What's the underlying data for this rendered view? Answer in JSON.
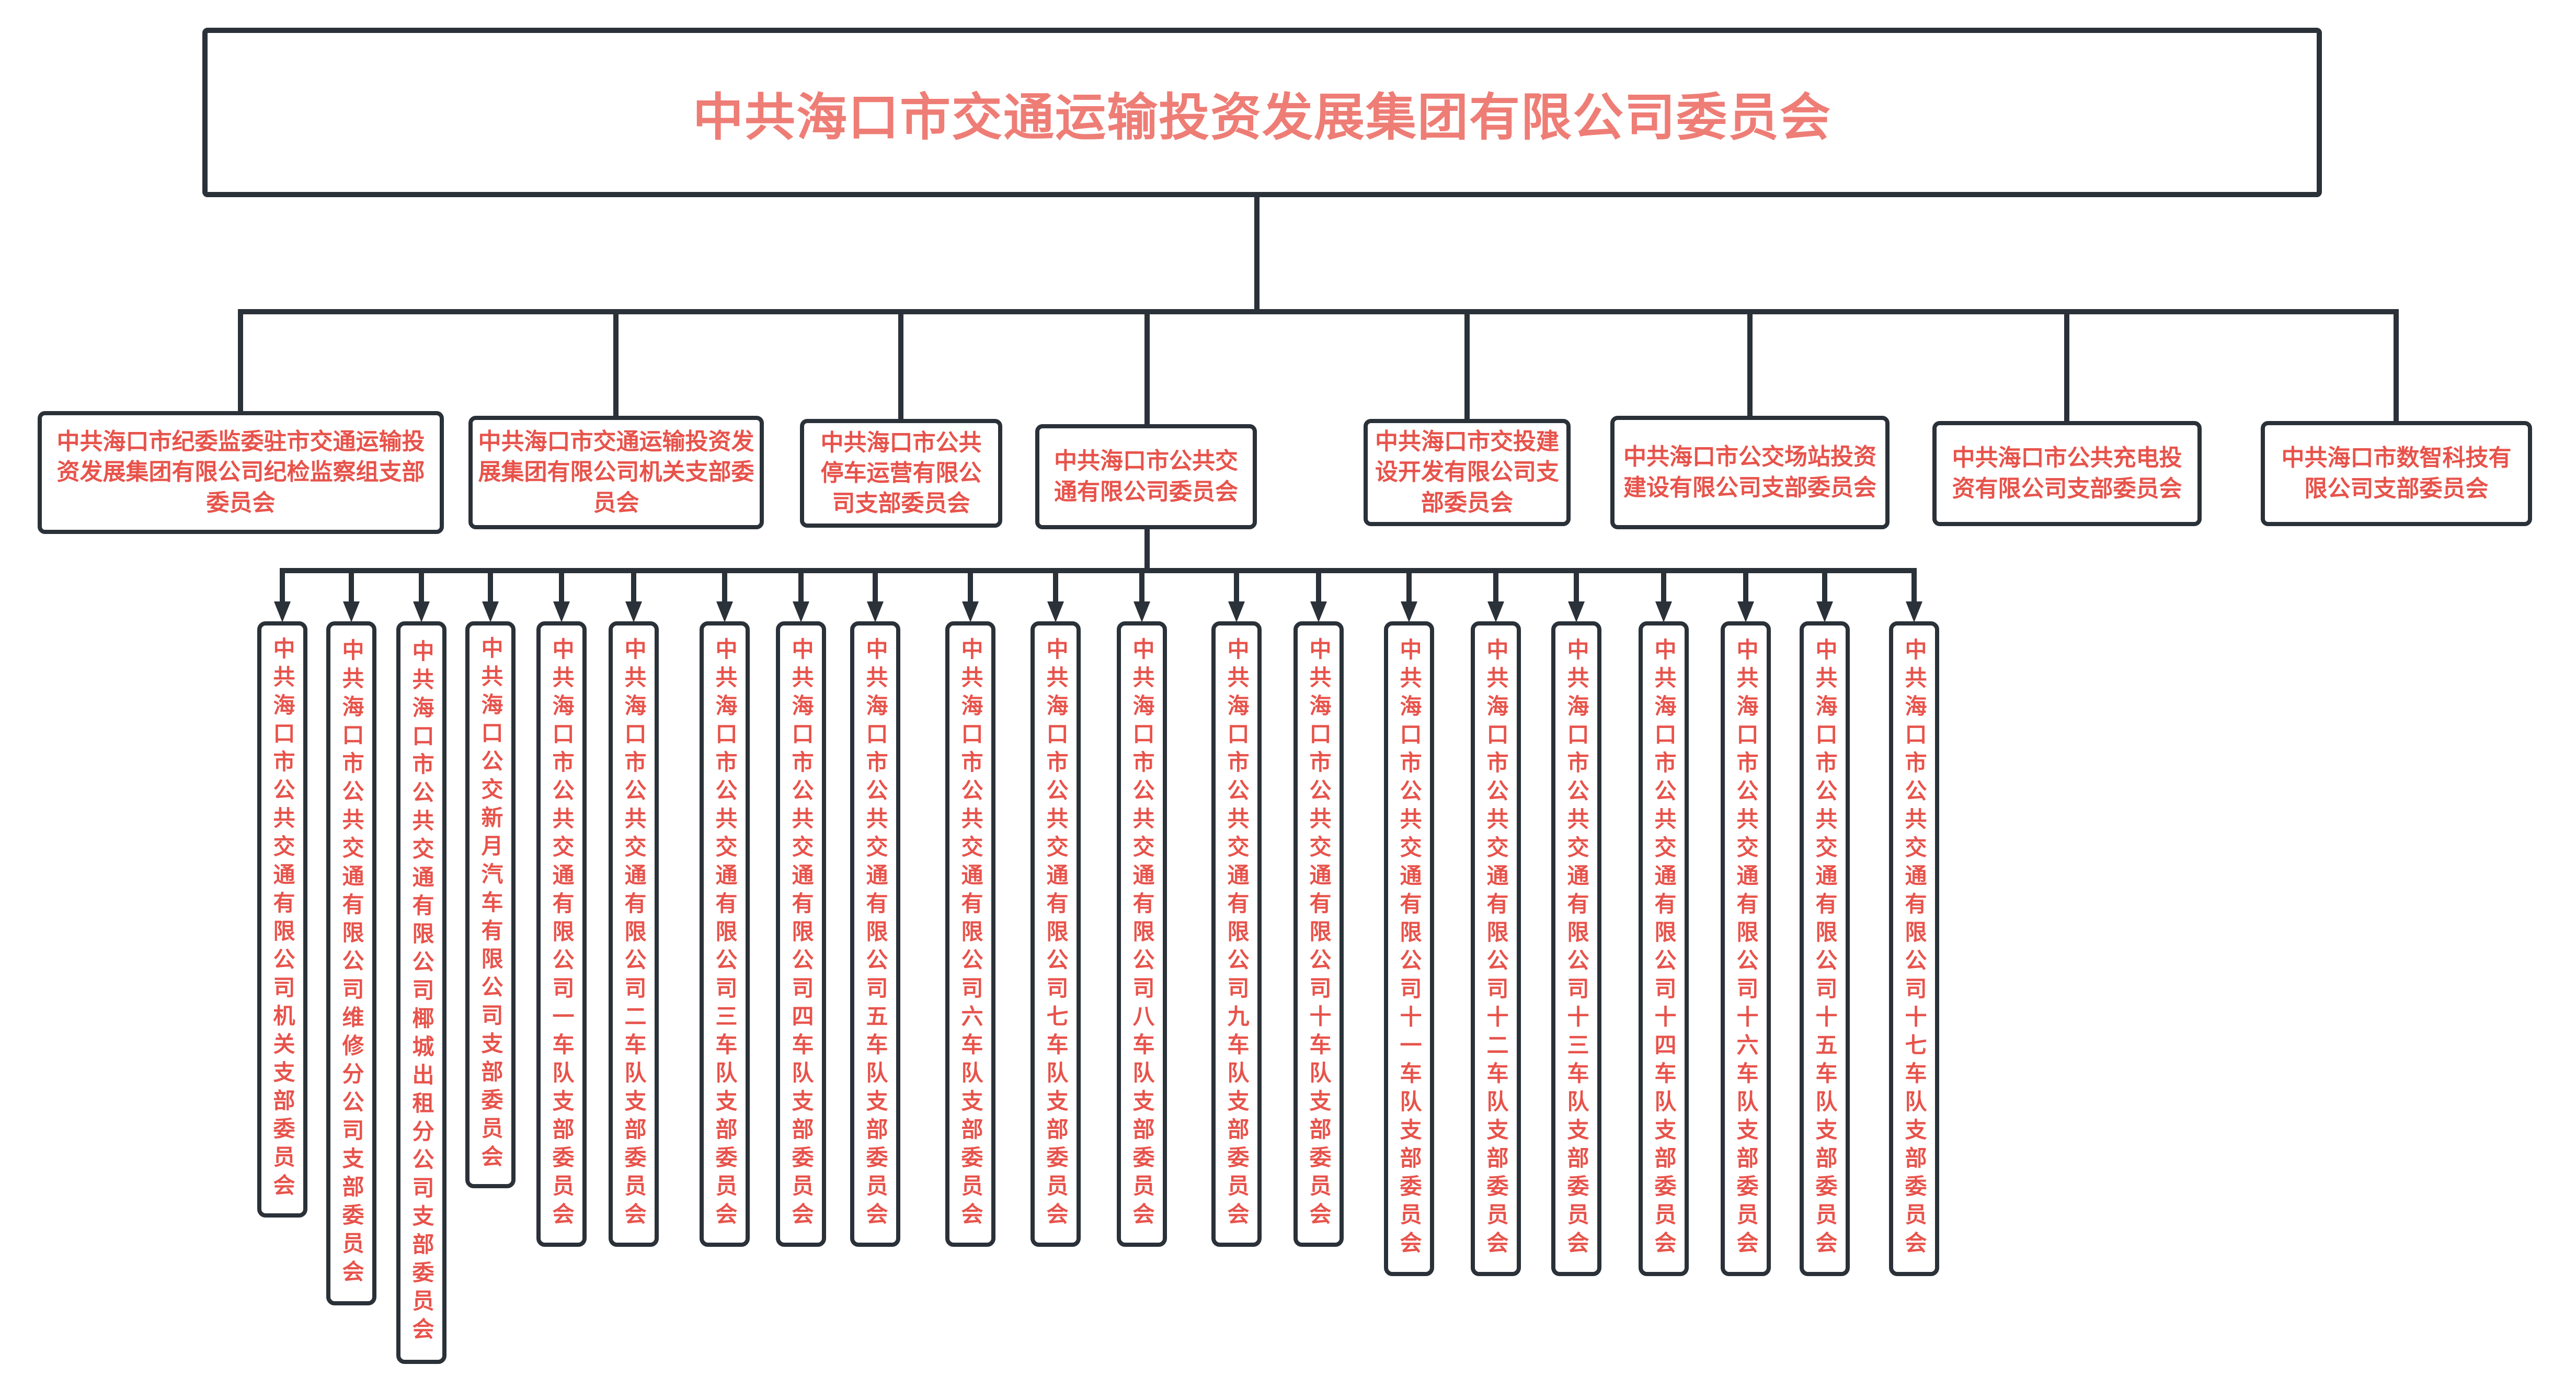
{
  "colors": {
    "line": "#2a3138",
    "border": "#2a3138",
    "title_text": "#ee7d76",
    "box_text": "#e7534b",
    "background": "#ffffff"
  },
  "root": {
    "label": "中共海口市交通运输投资发展集团有限公司委员会"
  },
  "branches": [
    {
      "label": "中共海口市纪委监委驻市交通运输投资发展集团有限公司纪检监察组支部委员会"
    },
    {
      "label": "中共海口市交通运输投资发展集团有限公司机关支部委员会"
    },
    {
      "label": "中共海口市公共停车运营有限公司支部委员会"
    },
    {
      "label": "中共海口市公共交通有限公司委员会",
      "children": [
        {
          "label": "中共海口市公共交通有限公司机关支部委员会"
        },
        {
          "label": "中共海口市公共交通有限公司维修分公司支部委员会"
        },
        {
          "label": "中共海口市公共交通有限公司椰城出租分公司支部委员会"
        },
        {
          "label": "中共海口公交新月汽车有限公司支部委员会"
        },
        {
          "label": "中共海口市公共交通有限公司一车队支部委员会"
        },
        {
          "label": "中共海口市公共交通有限公司二车队支部委员会"
        },
        {
          "label": "中共海口市公共交通有限公司三车队支部委员会"
        },
        {
          "label": "中共海口市公共交通有限公司四车队支部委员会"
        },
        {
          "label": "中共海口市公共交通有限公司五车队支部委员会"
        },
        {
          "label": "中共海口市公共交通有限公司六车队支部委员会"
        },
        {
          "label": "中共海口市公共交通有限公司七车队支部委员会"
        },
        {
          "label": "中共海口市公共交通有限公司八车队支部委员会"
        },
        {
          "label": "中共海口市公共交通有限公司九车队支部委员会"
        },
        {
          "label": "中共海口市公共交通有限公司十车队支部委员会"
        },
        {
          "label": "中共海口市公共交通有限公司十一车队支部委员会"
        },
        {
          "label": "中共海口市公共交通有限公司十二车队支部委员会"
        },
        {
          "label": "中共海口市公共交通有限公司十三车队支部委员会"
        },
        {
          "label": "中共海口市公共交通有限公司十四车队支部委员会"
        },
        {
          "label": "中共海口市公共交通有限公司十六车队支部委员会"
        },
        {
          "label": "中共海口市公共交通有限公司十五车队支部委员会"
        },
        {
          "label": "中共海口市公共交通有限公司十七车队支部委员会"
        }
      ]
    },
    {
      "label": "中共海口市交投建设开发有限公司支部委员会"
    },
    {
      "label": "中共海口市公交场站投资建设有限公司支部委员会"
    },
    {
      "label": "中共海口市公共充电投资有限公司支部委员会"
    },
    {
      "label": "中共海口市数智科技有限公司支部委员会"
    }
  ]
}
